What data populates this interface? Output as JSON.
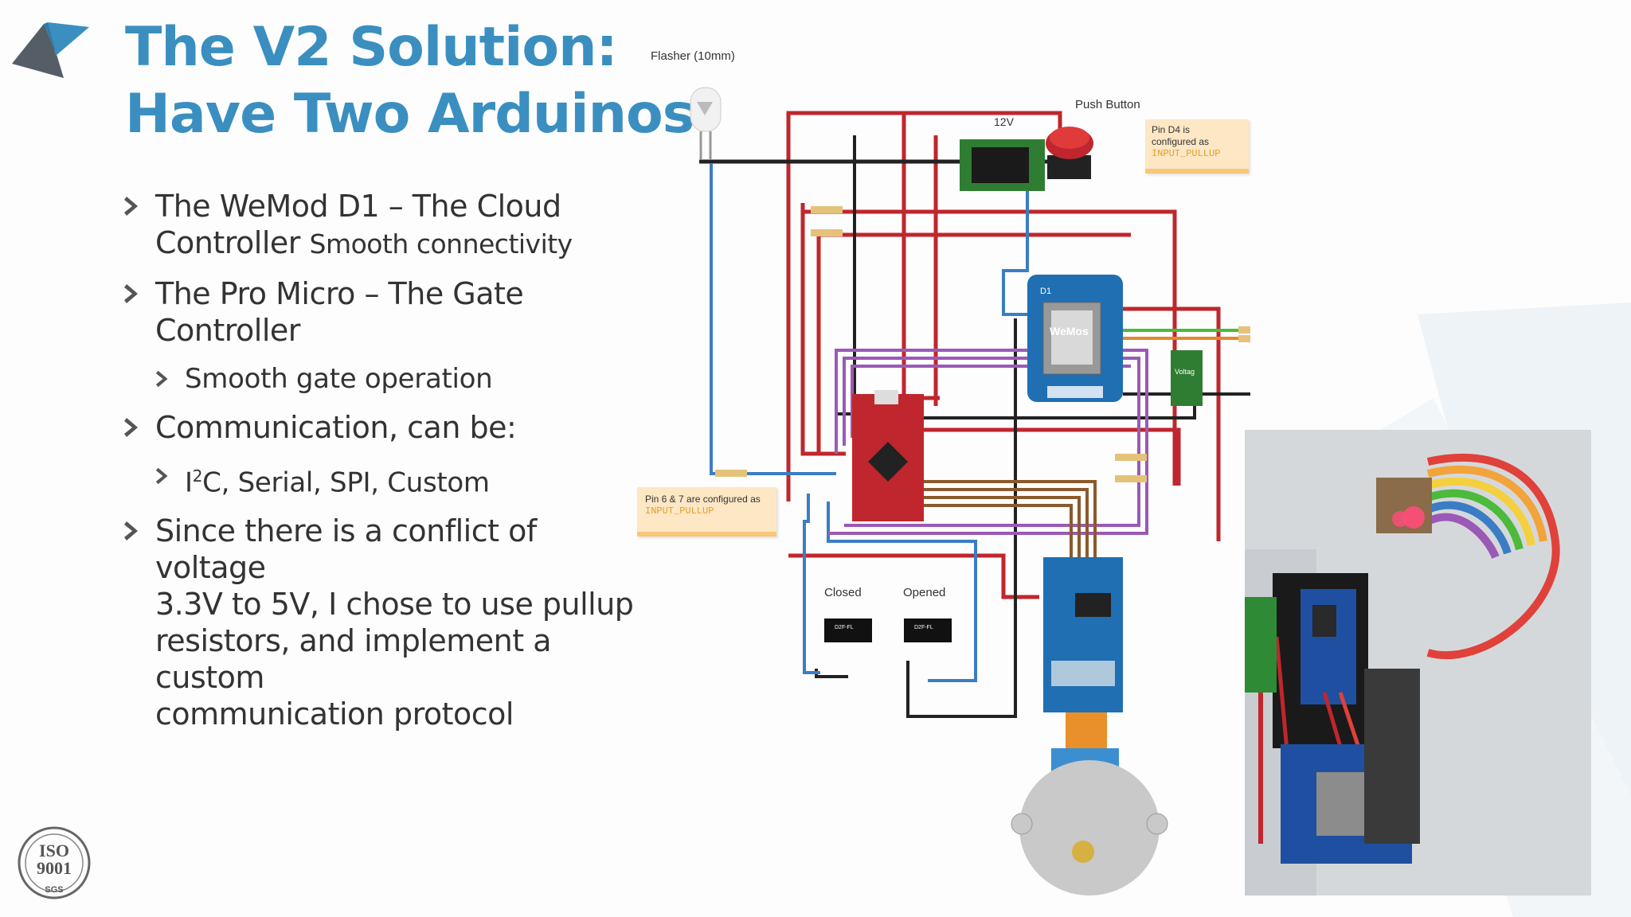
{
  "slide": {
    "title_line1": "The V2 Solution:",
    "title_line2": "Have Two Arduinos",
    "bullets": [
      {
        "main": "The WeMod D1 – The Cloud",
        "main2": "Controller",
        "small": "Smooth connectivity"
      },
      {
        "main": "The Pro Micro – The Gate Controller",
        "sub": "Smooth gate operation"
      },
      {
        "main": "Communication, can be:",
        "sub_prefix": "I",
        "sub_sup": "2",
        "sub_rest": "C, Serial, SPI, Custom"
      },
      {
        "main_lines": [
          "Since there is a conflict of voltage",
          "3.3V to 5V, I chose to use pullup",
          "resistors, and implement a custom",
          "communication protocol"
        ]
      }
    ]
  },
  "diagram": {
    "flasher_label": "Flasher (10mm)",
    "power_label": "12V",
    "button_label": "Push Button",
    "note_d4_line1": "Pin D4 is",
    "note_d4_line2": "configured as",
    "note_d4_line3": "INPUT_PULLUP",
    "note_pins_line1": "Pin 6 & 7 are configured as",
    "note_pins_line2": "INPUT_PULLUP",
    "closed_label": "Closed",
    "opened_label": "Opened",
    "switch_text": "D2F-FL",
    "voltage_text": "Voltag",
    "wemos_text": "WeMos",
    "d1_text": "D1"
  },
  "iso": {
    "top": "ISO",
    "bottom": "9001",
    "mark": "SGS"
  },
  "colors": {
    "title": "#3a8fc0",
    "red_wire": "#c0262d",
    "blue_wire": "#3b7dc4",
    "purple_wire": "#9b59b6",
    "brown_wire": "#8a5a2b",
    "green_wire": "#4cba3c"
  }
}
